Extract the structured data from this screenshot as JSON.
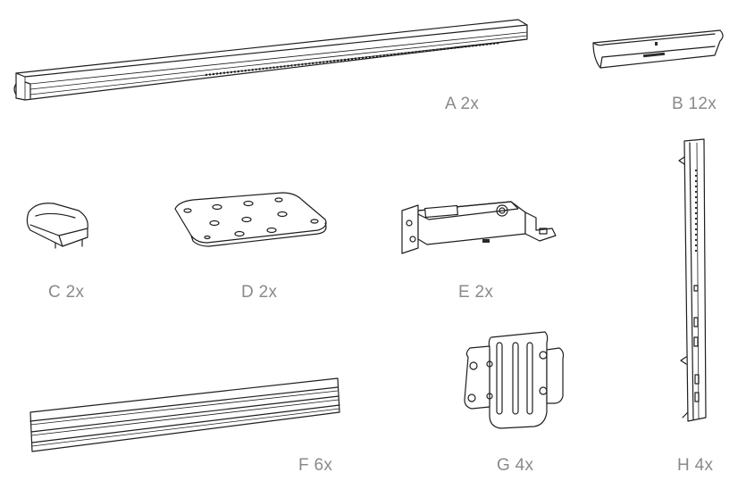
{
  "parts": [
    {
      "id": "A",
      "label": "A 2x",
      "icon": "long-rail-icon"
    },
    {
      "id": "B",
      "label": "B 12x",
      "icon": "rail-clip-icon"
    },
    {
      "id": "C",
      "label": "C 2x",
      "icon": "end-cap-icon"
    },
    {
      "id": "D",
      "label": "D 2x",
      "icon": "mounting-plate-icon"
    },
    {
      "id": "E",
      "label": "E 2x",
      "icon": "bracket-arm-icon"
    },
    {
      "id": "F",
      "label": "F 6x",
      "icon": "flat-profile-bar-icon"
    },
    {
      "id": "G",
      "label": "G 4x",
      "icon": "adapter-plate-icon"
    },
    {
      "id": "H",
      "label": "H 4x",
      "icon": "vertical-strut-icon"
    }
  ]
}
